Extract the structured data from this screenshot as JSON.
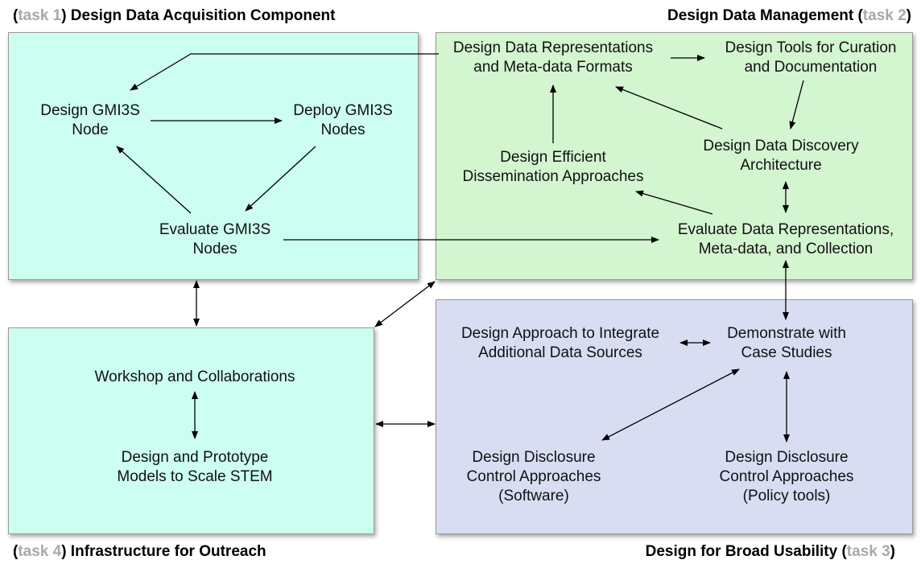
{
  "titles": {
    "task1": {
      "paren_open": "(",
      "task": "task 1",
      "paren_close": ")",
      "label": " Design Data Acquisition Component"
    },
    "task2": {
      "label": "Design Data Management ",
      "paren_open": "(",
      "task": "task 2",
      "paren_close": ")"
    },
    "task3": {
      "label": "Design for Broad Usability ",
      "paren_open": "(",
      "task": "task 3",
      "paren_close": ")"
    },
    "task4": {
      "paren_open": "(",
      "task": "task 4",
      "paren_close": ")",
      "label": " Infrastructure for Outreach"
    }
  },
  "nodes": {
    "design_node": [
      "Design GMI3S",
      "Node"
    ],
    "deploy_nodes": [
      "Deploy GMI3S",
      "Nodes"
    ],
    "evaluate_nodes": [
      "Evaluate GMI3S",
      "Nodes"
    ],
    "data_repr": [
      "Design Data Representations",
      "and Meta-data Formats"
    ],
    "curation_tools": [
      "Design Tools for Curation",
      "and Documentation"
    ],
    "discovery_arch": [
      "Design Data Discovery",
      "Architecture"
    ],
    "dissemination": [
      "Design Efficient",
      "Dissemination Approaches"
    ],
    "evaluate_repr": [
      "Evaluate Data Representations,",
      "Meta-data, and Collection"
    ],
    "integrate_sources": [
      "Design Approach to Integrate",
      "Additional Data Sources"
    ],
    "case_studies": [
      "Demonstrate with",
      "Case Studies"
    ],
    "disclosure_software": [
      "Design Disclosure",
      "Control Approaches",
      "(Software)"
    ],
    "disclosure_policy": [
      "Design Disclosure",
      "Control Approaches",
      "(Policy tools)"
    ],
    "workshop": [
      "Workshop and Collaborations"
    ],
    "prototype": [
      "Design and Prototype",
      "Models to Scale STEM"
    ]
  },
  "colors": {
    "task1_box": "#ccfff0",
    "task2_box": "#d3f5d0",
    "task3_box": "#d8ddf2",
    "task4_box": "#ccfff0",
    "task_label": "#a8a8a8"
  }
}
